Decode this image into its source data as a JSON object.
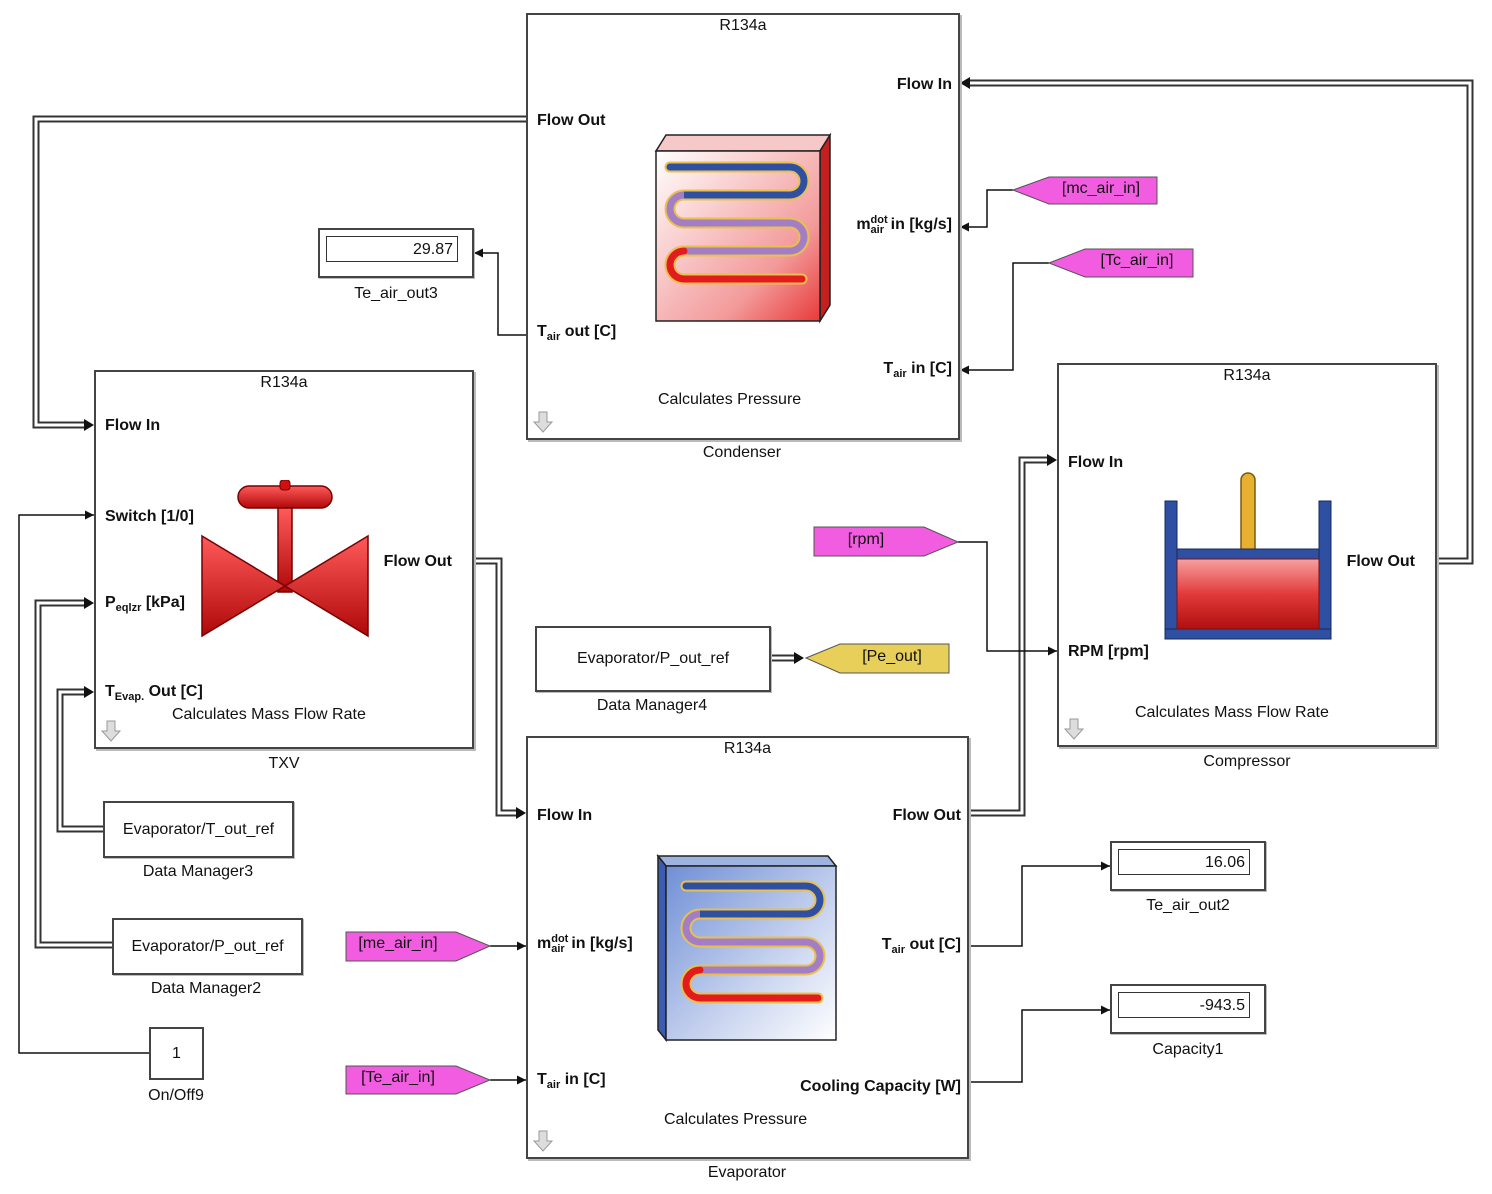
{
  "condenser": {
    "header": "R134a",
    "name": "Condenser",
    "ports": {
      "flow_out": "Flow Out",
      "flow_in": "Flow In",
      "t_air_out": "out [C]",
      "m_air_in": "in [kg/s]",
      "t_air_in": "in [C]"
    },
    "description": "Calculates Pressure"
  },
  "txv": {
    "header": "R134a",
    "name": "TXV",
    "ports": {
      "flow_in": "Flow In",
      "switch": "Switch [1/0]",
      "p_eqlzr": "[kPa]",
      "t_evap_out": "Out [C]",
      "flow_out": "Flow Out"
    },
    "description": "Calculates Mass Flow Rate"
  },
  "compressor": {
    "header": "R134a",
    "name": "Compressor",
    "ports": {
      "flow_in": "Flow In",
      "rpm": "RPM [rpm]",
      "flow_out": "Flow Out"
    },
    "description": "Calculates Mass Flow Rate"
  },
  "evaporator": {
    "header": "R134a",
    "name": "Evaporator",
    "ports": {
      "flow_in": "Flow In",
      "flow_out": "Flow Out",
      "m_air_in": "in [kg/s]",
      "t_air_out": "out [C]",
      "t_air_in": "in [C]",
      "cooling_capacity": "Cooling Capacity [W]"
    },
    "description": "Calculates Pressure"
  },
  "symbols": {
    "T": "T",
    "m": "m",
    "P": "P",
    "air": "air",
    "dot": "dot",
    "eqlzr": "eqlzr",
    "evap": "Evap."
  },
  "displays": [
    {
      "value": "29.87",
      "label": "Te_air_out3"
    },
    {
      "value": "16.06",
      "label": "Te_air_out2"
    },
    {
      "value": "-943.5",
      "label": "Capacity1"
    }
  ],
  "data_managers": [
    {
      "text": "Evaporator/P_out_ref",
      "label": "Data Manager4"
    },
    {
      "text": "Evaporator/T_out_ref",
      "label": "Data Manager3"
    },
    {
      "text": "Evaporator/P_out_ref",
      "label": "Data Manager2"
    }
  ],
  "constant": {
    "value": "1",
    "label": "On/Off9"
  },
  "goto_tags": {
    "mc_air_in": "[mc_air_in]",
    "tc_air_in": "[Tc_air_in]",
    "rpm": "[rpm]",
    "pe_out": "[Pe_out]",
    "me_air_in": "[me_air_in]",
    "te_air_in": "[Te_air_in]"
  },
  "colors": {
    "tag_magenta": "#f25ce0",
    "tag_yellow": "#e8cf5a",
    "valve_red": "#e01818",
    "coil_blue": "#2f4fa3",
    "coil_red": "#e21c1c"
  }
}
